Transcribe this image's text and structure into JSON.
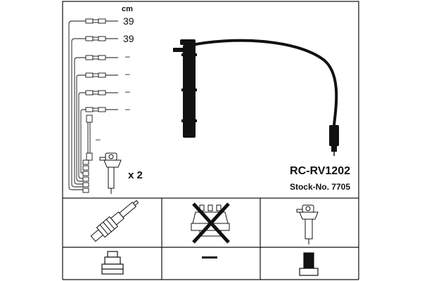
{
  "diagram": {
    "unit_label": "cm",
    "lengths": [
      "39",
      "39"
    ],
    "dash_labels": [
      "–",
      "–",
      "–",
      "–",
      "–"
    ],
    "quantity_label": "x 2",
    "product_code": "RC-RV1202",
    "stock_number": "Stock-No. 7705",
    "compat_table": {
      "not_applicable_mark": "–"
    }
  },
  "colors": {
    "line": "#111111",
    "background": "#ffffff"
  }
}
